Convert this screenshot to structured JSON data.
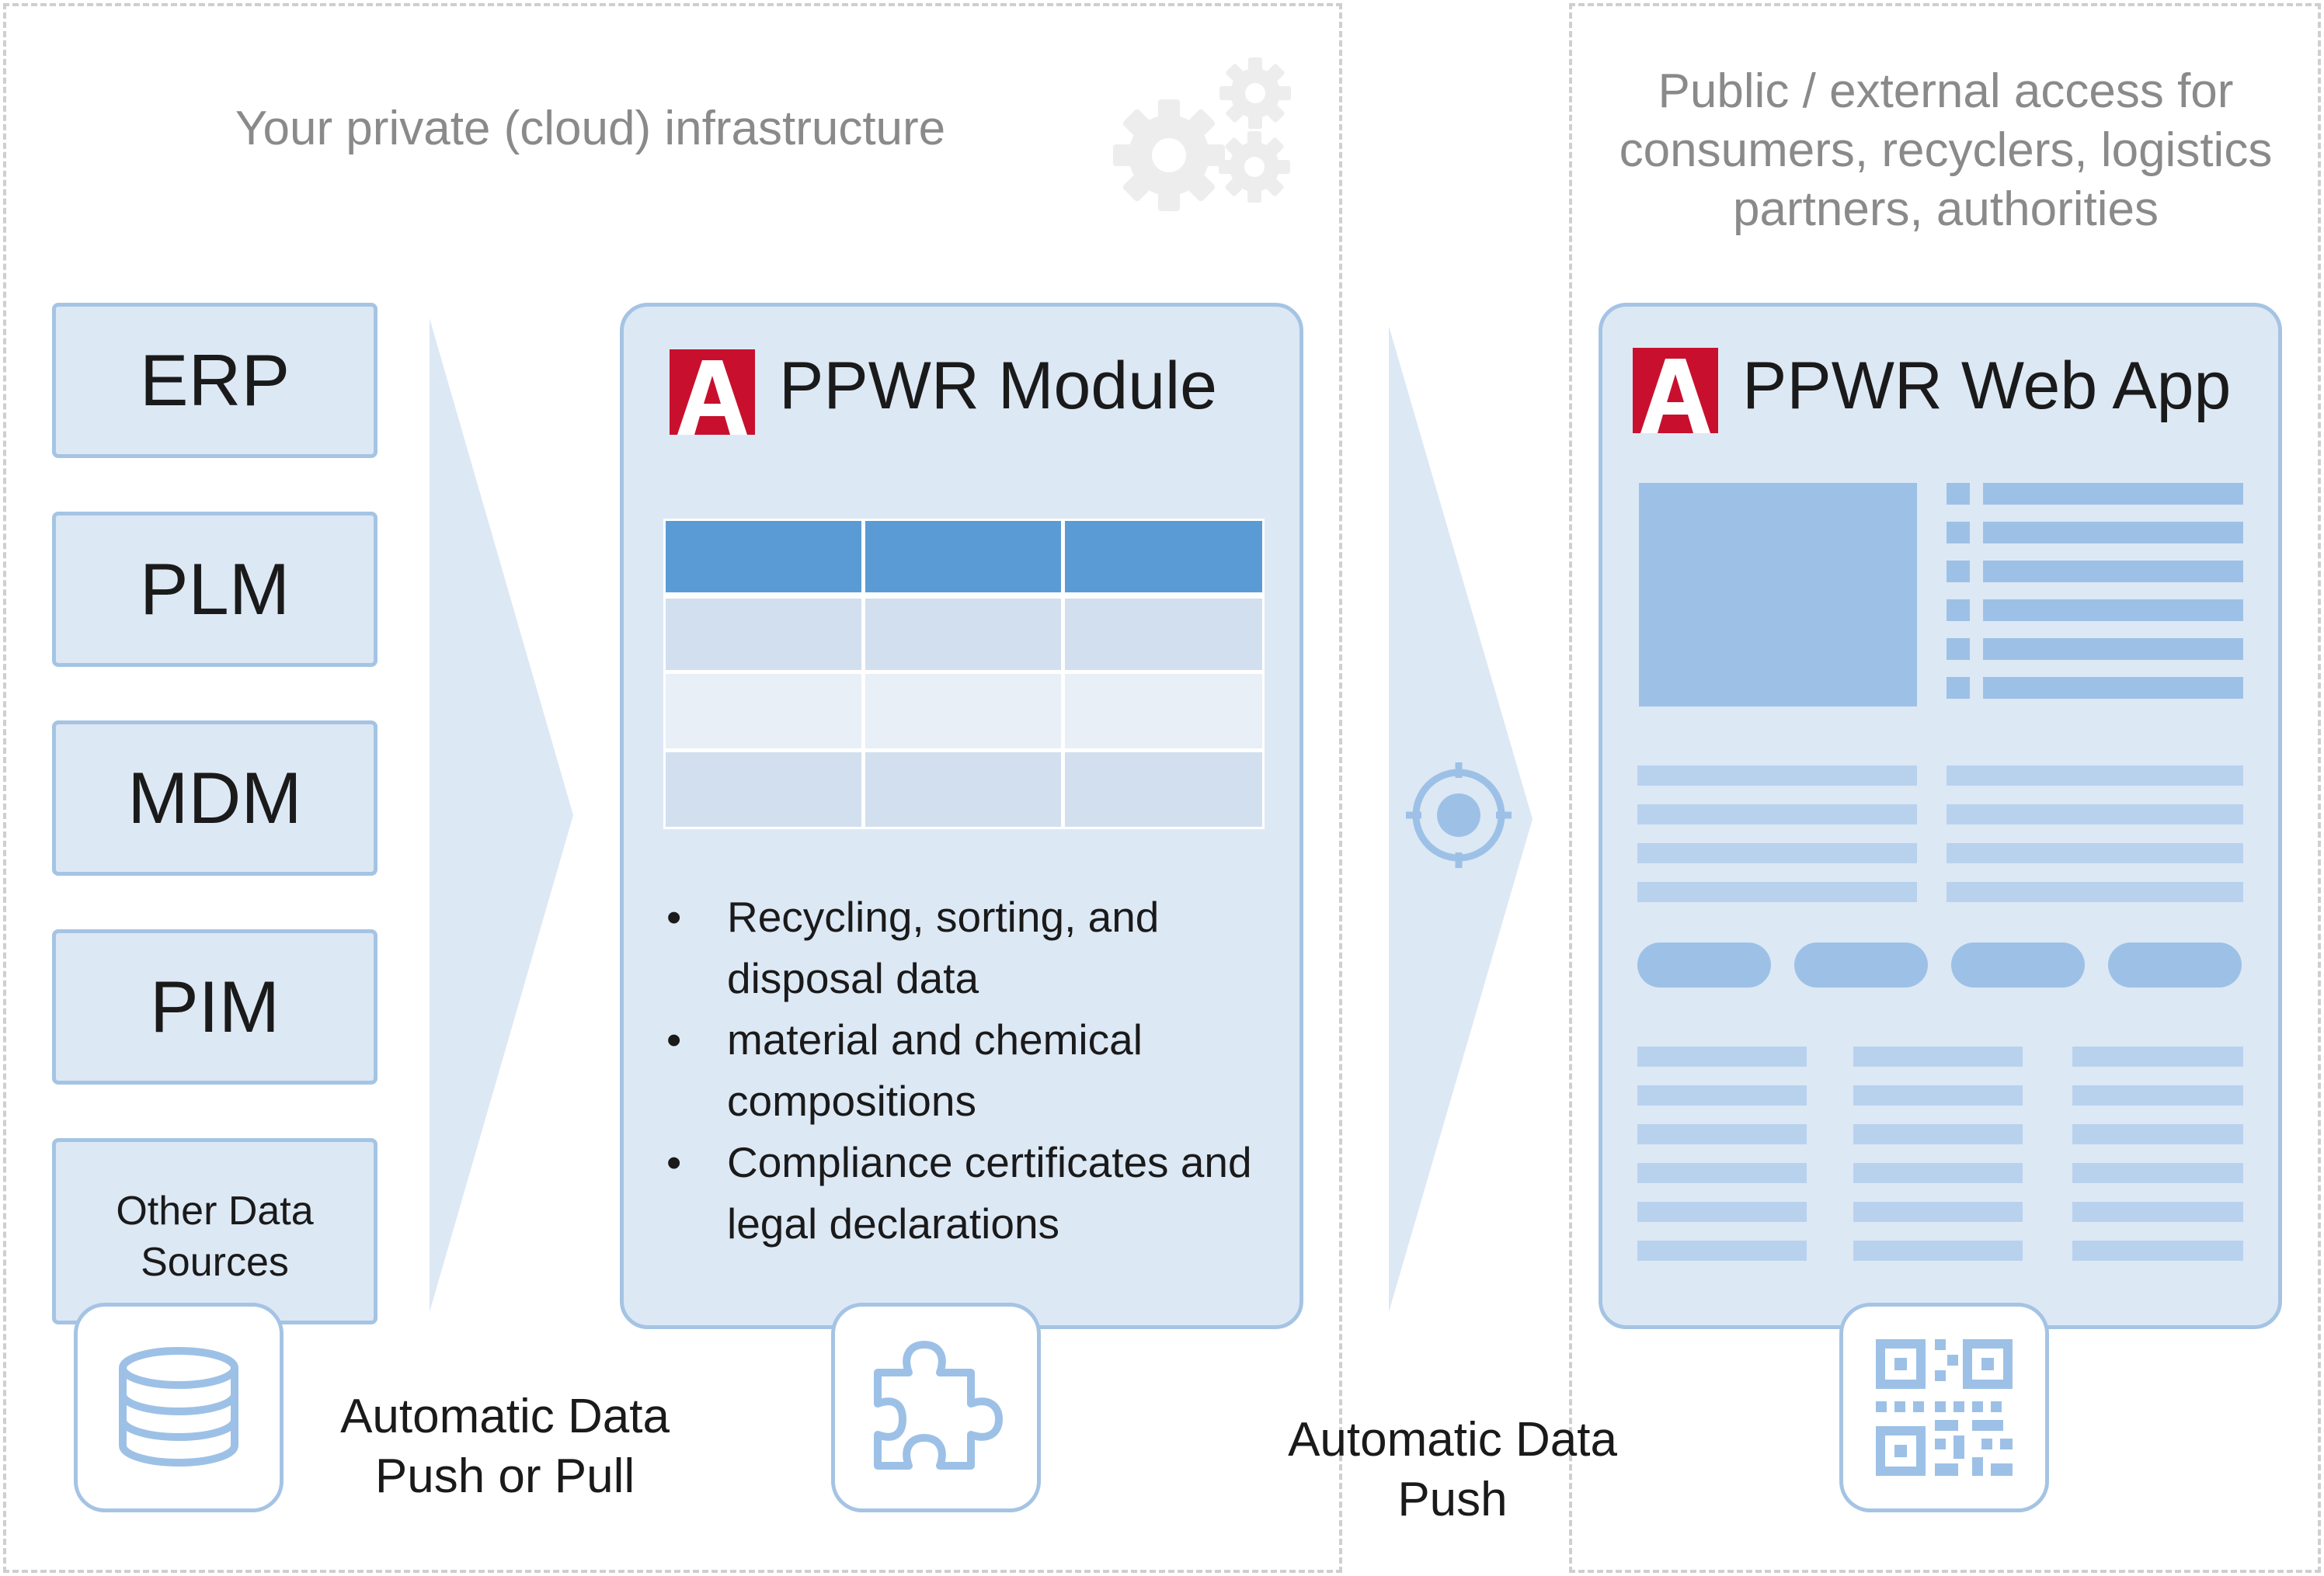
{
  "zones": {
    "private": {
      "title": "Your private (cloud) infrastructure"
    },
    "public": {
      "title": "Public / external access for consumers, recyclers, logistics partners, authorities"
    }
  },
  "sources": [
    "ERP",
    "PLM",
    "MDM",
    "PIM",
    "Other Data Sources"
  ],
  "module": {
    "title": "PPWR Module",
    "bullets": [
      "Recycling, sorting, and disposal data",
      "material and chemical compositions",
      "Compliance certificates and legal declarations"
    ]
  },
  "webapp": {
    "title": "PPWR Web App"
  },
  "captions": {
    "push_or_pull": "Automatic Data Push or Pull",
    "push": "Automatic Data Push"
  },
  "icons": {
    "gears": "gears-icon",
    "database": "database-icon",
    "puzzle": "puzzle-icon",
    "target": "crosshair-icon",
    "qr": "qr-code-icon",
    "logo": "brand-logo-icon"
  },
  "colors": {
    "panel_fill": "#dde8f5",
    "panel_border": "#a5c4e4",
    "table_header": "#5b9bd5",
    "logo_red": "#c8102e",
    "placeholder": "#9dc1e6"
  }
}
